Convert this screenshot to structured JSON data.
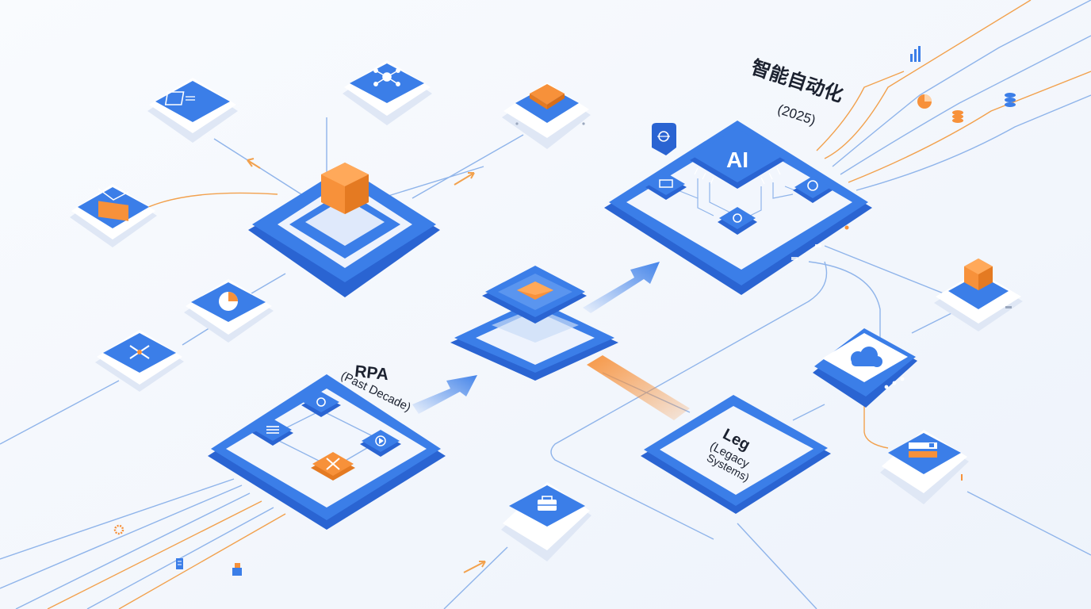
{
  "labels": {
    "rpa_title": "RPA",
    "rpa_sub": "(Past Decade)",
    "ai_chip": "AI",
    "intelligent_title": "智能自动化",
    "intelligent_year": "(2025)",
    "legacy_title": "Leg",
    "legacy_sub1": "(Legacy",
    "legacy_sub2": "Systems)"
  },
  "colors": {
    "background": "#f6f8fc",
    "primary_blue": "#3b7ee8",
    "deep_blue": "#2a64d2",
    "light_tile": "#f2f6fd",
    "accent_orange": "#f7913a",
    "line_blue": "#8fb4ea",
    "line_orange": "#f2a14d"
  },
  "icons": {
    "tile_checklist": "checklist-icon",
    "tile_network": "network-hub-icon",
    "tile_orange_cube": "cube-icon",
    "tile_email": "email-icon",
    "tile_pie": "pie-chart-icon",
    "tile_shuffle": "shuffle-icon",
    "tile_toolbox": "toolbox-icon",
    "tile_cloud": "cloud-icon",
    "tile_server": "server-icon",
    "tile_right_cube": "cube-icon",
    "badge_bug": "bug-icon",
    "mini_bar_chart": "bar-chart-icon",
    "mini_mail": "mail-icon",
    "mini_pie": "pie-chart-icon",
    "mini_database": "database-icon",
    "mini_coins": "coins-icon"
  }
}
